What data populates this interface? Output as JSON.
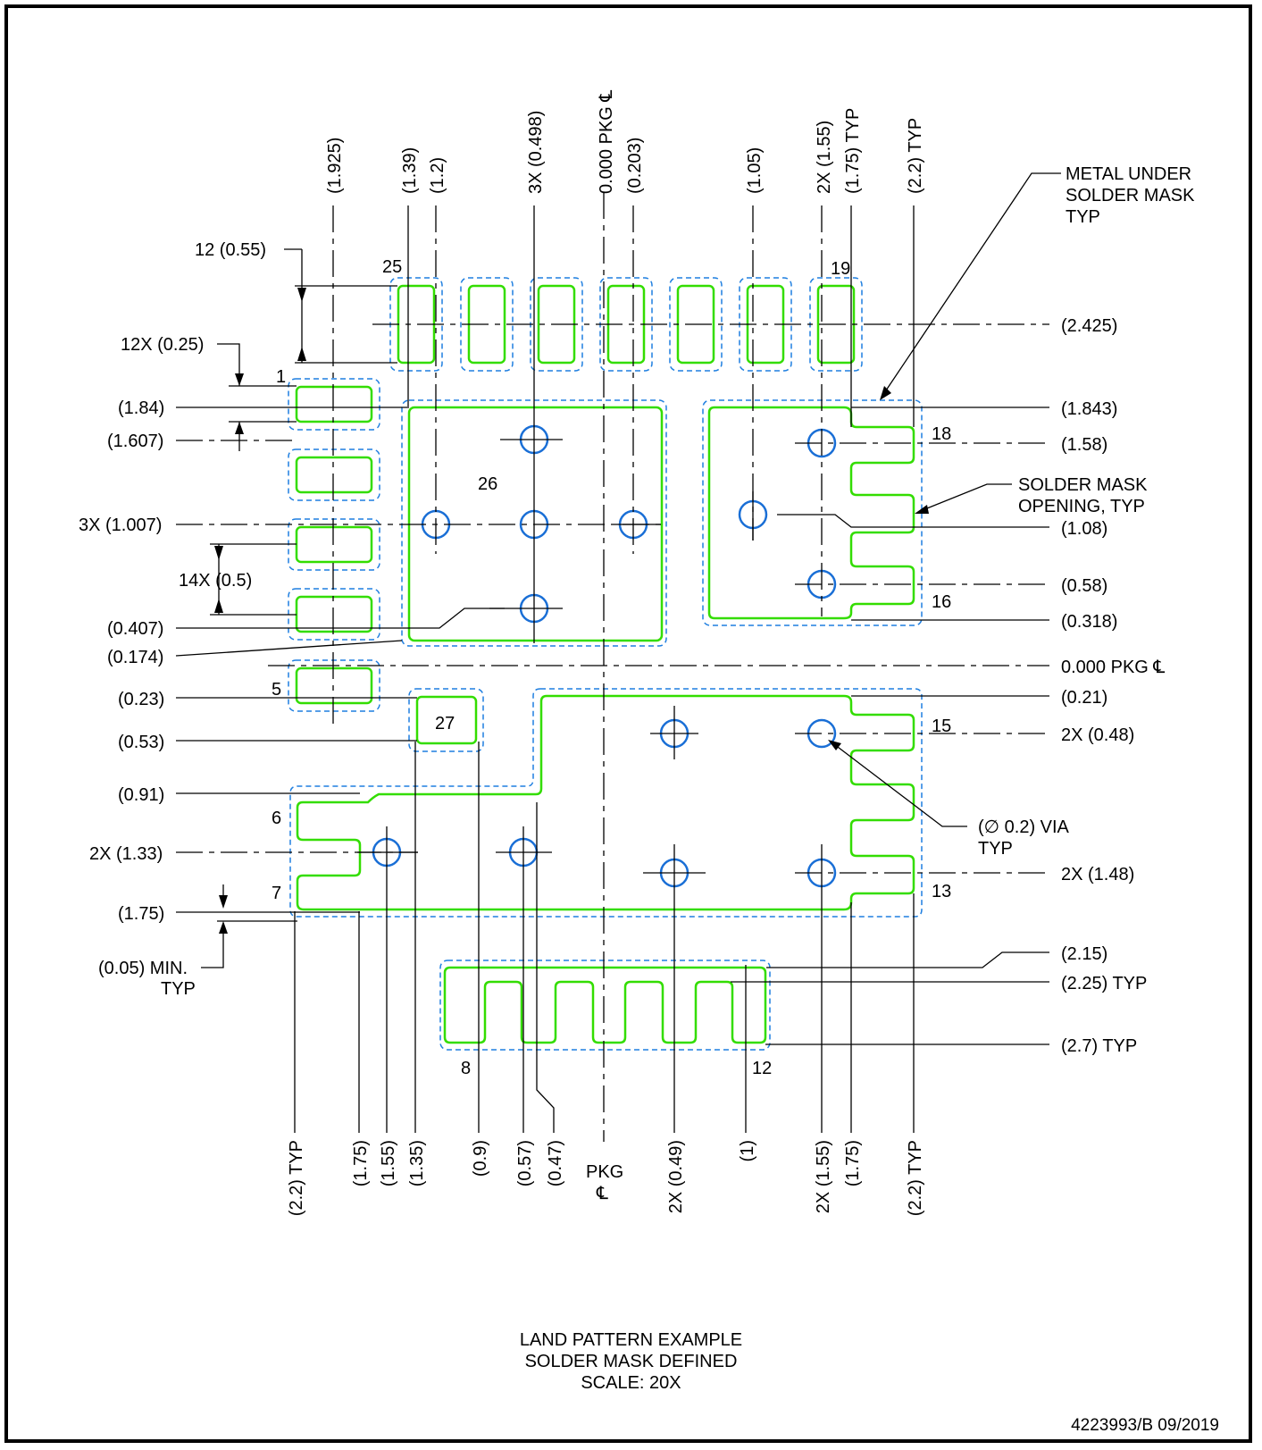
{
  "title_lines": [
    "LAND PATTERN EXAMPLE",
    "SOLDER MASK DEFINED",
    "SCALE: 20X"
  ],
  "doc_id": "4223993/B   09/2019",
  "callouts": {
    "metal": [
      "METAL UNDER",
      "SOLDER MASK",
      "TYP"
    ],
    "opening": [
      "SOLDER MASK",
      "OPENING, TYP"
    ],
    "via": [
      "(∅ 0.2) VIA",
      "TYP"
    ]
  },
  "top_dims": [
    "(1.925)",
    "(1.39)",
    "(1.2)",
    "3X (0.498)",
    "0.000 PKG ℄",
    "(0.203)",
    "(1.05)",
    "2X (1.55)",
    "(1.75) TYP",
    "(2.2) TYP"
  ],
  "bottom_dims": [
    "(2.2) TYP",
    "(1.75)",
    "(1.55)",
    "(1.35)",
    "(0.9)",
    "(0.57)",
    "(0.47)",
    "2X (0.49)",
    "(1)",
    "2X (1.55)",
    "(1.75)",
    "(2.2) TYP"
  ],
  "bottom_pkg": [
    "PKG",
    "℄"
  ],
  "left_dims": [
    "12 (0.55)",
    "12X (0.25)",
    "(1.84)",
    "(1.607)",
    "3X (1.007)",
    "14X (0.5)",
    "(0.407)",
    "(0.174)",
    "(0.23)",
    "(0.53)",
    "(0.91)",
    "2X (1.33)",
    "(1.75)",
    "(0.05) MIN.",
    "TYP"
  ],
  "right_dims": [
    "(2.425)",
    "(1.843)",
    "(1.58)",
    "(1.08)",
    "(0.58)",
    "(0.318)",
    "0.000 PKG ℄",
    "(0.21)",
    "2X (0.48)",
    "2X (1.48)",
    "(2.15)",
    "(2.25) TYP",
    "(2.7) TYP"
  ],
  "pin_numbers": [
    "25",
    "19",
    "1",
    "18",
    "26",
    "16",
    "5",
    "27",
    "15",
    "6",
    "7",
    "13",
    "8",
    "12"
  ]
}
